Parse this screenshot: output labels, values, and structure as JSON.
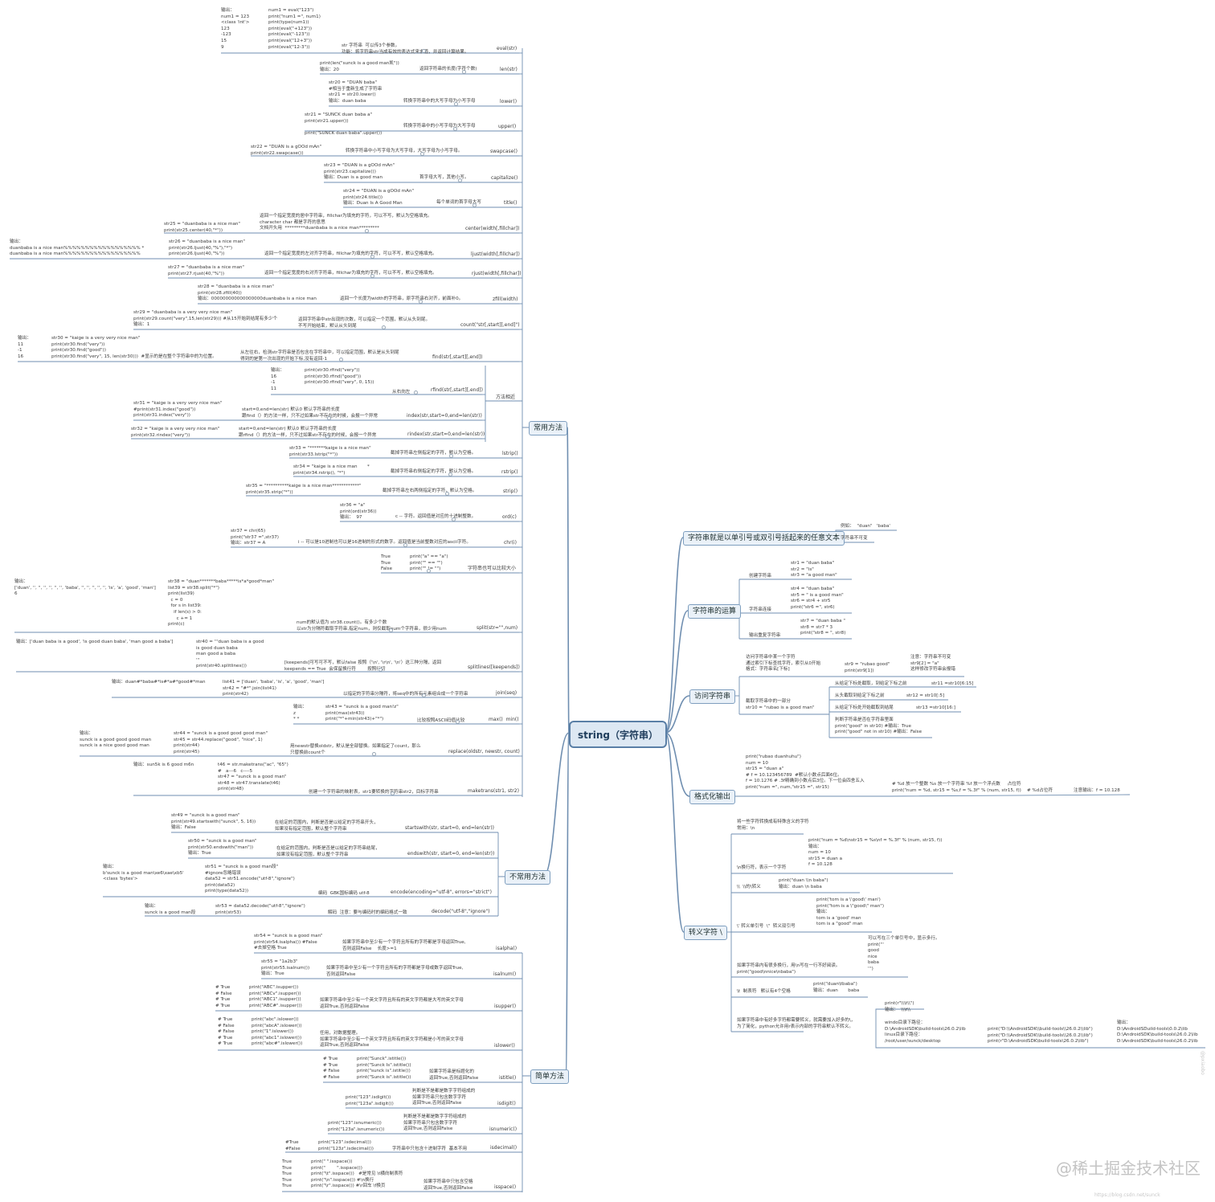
{
  "root": "string（字符串）",
  "branches": {
    "common": "常用方法",
    "definition": "字符串就是以单引号或双引号括起来的任意文本",
    "ops": "字符串的运算",
    "access": "访问字符串",
    "format": "格式化输出",
    "escape": "转义字符 \\",
    "uncommon": "不常用方法",
    "simple": "简单方法",
    "similar": "方法相近"
  },
  "common": [
    {
      "out": "输出：\nnum1 = 123\n<class 'int'>\n123\n-123\n15\n9",
      "code": "num1 = eval(\"123\")\nprint(\"num1 =\", num1)\nprint(type(num1))\nprint(eval(\"+123\"))\nprint(eval(\"-123\"))\nprint(eval(\"12+3\"))\nprint(eval(\"12-3\"))",
      "desc": "str 字符串  可以传3个参数。\n功能：将字符串str当成有效的表达式来求值，并返回计算结果。",
      "method": "eval(str)"
    },
    {
      "code": "print(len(\"sunck is a good man凯\"))\n输出：20",
      "desc": "返回字符串的长度(字符个数)",
      "method": "len(str)"
    },
    {
      "code": "str20 = \"DUAN baba\"\n#相当于重新生成了字符串\nstr21 = str20.lower()\n输出：duan baba",
      "desc": "转换字符串中的大写字母为小写字母",
      "method": "lower()"
    },
    {
      "code": "str21 = \"SUNCK duan baba a\"\nprint(str21.upper())\n\nprint(\"SUNCK duan baba\".upper())",
      "desc": "转换字符串中的小写字母为大写字母",
      "method": "upper()"
    },
    {
      "code": "str22 = \"DUAN is a gOOd mAn\"\nprint(str22.swapcase())",
      "desc": "转换字符串中小写字母为大写字母，大写字母为小写字母。",
      "method": "swapcase()"
    },
    {
      "code": "str23 = \"DUAN is a gOOd mAn\"\nprint(str23.capitalize())\n输出：Duan is a good man",
      "desc": "首字母大写，其他小写。",
      "method": "capitalize()"
    },
    {
      "code": "str24 = \"DUAN is a gOOd mAn\"\nprint(str24.title())\n输出：Duan Is A Good Man",
      "desc": "每个单词的首字母大写",
      "method": "title()"
    },
    {
      "code": "str25 = \"duanbaba is a nice man\"\nprint(str25.center(40,\"*\"))",
      "desc": "返回一个指定宽度的居中字符串，fillchar为填充的字符，可以不写，默认为空格填充。\ncharacter char 都是字符的意思\n文档开头用  *********duanbaba is a nice man*********",
      "method": "center(width[,fillchar])"
    },
    {
      "out": "输出：\nduanbaba is a nice man%%%%%%%%%%%%%%%%%% *\nduanbaba is a nice man%%%%%%%%%%%%%%%%%%",
      "code": "str26 = \"duanbaba is a nice man\"\nprint(str26.ljust(40,\"%\"),\"*\")\nprint(str26.ljust(40,\"%\"))",
      "desc": "返回一个指定宽度的左对齐字符串，fillchar为填充的字符，可以不写，默认空格填充。",
      "method": "ljust(width[,fillchar])"
    },
    {
      "code": "str27 = \"duanbaba is a nice man\"\nprint(str27.rjust(40,\"%\"))",
      "desc": "返回一个指定宽度的右对齐字符串，fillchar为填充的字符，可以不写，默认空格填充。",
      "method": "rjust(width[,fillchar])"
    },
    {
      "code": "str28 = \"duanbaba is a nice man\"\nprint(str28.zfill(40))\n输出：000000000000000000duanbaba is a nice man",
      "desc": "返回一个长度为width的字符串，原字符串右对齐，前面补0。",
      "method": "zfill(width)"
    },
    {
      "code": "str29 = \"duanbaba is a very very nice man\"\nprint(str29.count(\"very\",15,len(str29))) #从15开始到结尾有多少个\n输出：1",
      "desc": "返回字符串中str出现的次数，可以指定一个范围，默认从头到尾。\n不写开始结束，默认从头到尾",
      "method": "count(\"str[,start][,end]\")"
    },
    {
      "out": "输出：\n11\n-1\n16",
      "code": "str30 = \"kaige is a very very nice man\"\nprint(str30.find(\"very\"))\nprint(str30.find(\"good\"))\nprint(str30.find(\"very\", 15, len(str30)))  #显示的是在整个字符串中的为位置。",
      "desc": "从左往右，检测str字符串是否包含在字符串中，可以指定范围，默认是从头到尾\n得到的是第一次出现的开始下标,没有返回-1",
      "method": "find(str[,start][,end])"
    },
    {
      "out": "输出：\n16\n-1\n11",
      "code": "print(str30.rfind(\"very\"))\nprint(str30.rfind(\"good\"))\nprint(str30.rfind(\"very\", 0, 15))",
      "desc": "从右向左",
      "method": "rfind(str[,start][,end])"
    },
    {
      "code": "str31 = \"kaige is a very very nice man\"\n#print(str31.index(\"good\"))\nprint(str31.index(\"very\"))",
      "desc": "start=0,end=len(str) 默认0 默认字符串的长度\n跟find（）的方法一样，只不过如果str不存在的时候，会报一个异常",
      "method": "index(str,start=0,end=len(str))"
    },
    {
      "code": "str32 = \"kaige is a very very nice man\"\nprint(str32.rindex(\"very\"))",
      "desc": "start=0,end=len(str) 默认0 默认字符串的长度\n跟rfind（）的方法一样，只不过如果str不存在的时候，会报一个异常",
      "method": "rindex(str,start=0,end=len(str))"
    },
    {
      "code": "str33 = \"*******kaige is a nice man\"\nprint(str33.lstrip(\"*\"))",
      "desc": "截掉字符串左侧指定的字符，默认为空格。",
      "method": "lstrip()"
    },
    {
      "code": "str34 = \"kaige is a nice man       *\nprint(str34.rstrip(), \"*\")",
      "desc": "截掉字符串右侧指定的字符，默认为空格。",
      "method": "rstrip()"
    },
    {
      "code": "str35 = \"**********kaige is a nice man************\"\nprint(str35.strip(\"*\"))",
      "desc": "截掉字符串左右两侧指定的字符，默认为空格。",
      "method": "strip()"
    },
    {
      "code": "str36 = \"a\"\nprint(ord(str36))\n输出：  97",
      "desc": "c -- 字符。返回值是对应的十进制整数。",
      "method": "ord(c)"
    },
    {
      "code": "str37 = chr(65)\nprint(\"str37 =\",str37)\n输出：str37 = A",
      "desc": "i -- 可以是10进制也可以是16进制的形式的数字。返回值是当前整数对应的ascii字符。",
      "method": "chr(i)"
    },
    {
      "code": "True\nTrue\nFalse",
      "code2": "print(\"a\" == \"a\")\nprint(\"\" == \"\")\nprint(\"\" != \"\")",
      "method": "字符串也可以比较大小"
    },
    {
      "out": "输出：\n['duan', '', '', '', '', '', '', 'baba', '', '', '', '', '', 'is', 'a', 'good', 'man']\n6",
      "code": "str38 = \"duan*******baba*****is*a*good*man\"\nlist39 = str38.split(\"*\")\nprint(list39)\n  c = 0\n  for s in list39:\n    if len(s) > 0:\n      c += 1\nprint(c)",
      "desc": "num的默认值为 str38.count()。有多少个数\n以str为分隔符截取字符串,指定num，则仅截取num个字符串，很少用num",
      "method": "split(str=\"\",num)"
    },
    {
      "out": "输出：['duan baba is a good', 'is good duan baba', 'man good a baba']",
      "code": "str40 = '''duan baba is a good\nis good duan baba\nman good a baba\n'''\nprint(str40.splitlines())",
      "desc": "[keepends]可写可不写，默认false 按照（'\\n', '\\r\\n', '\\n'）这三种分隔，返回\nkeepends == True  会保留换行符        按照行切",
      "method": "splitlines([keepends])"
    },
    {
      "out": "输出：duan#*baba#*is#*a#*good#*man",
      "code": "list41 = ['duan', 'baba', 'is', 'a', 'good', 'man']\nstr42 = \"#*\".join(list41)\nprint(str42)",
      "desc": "以指定的字符串分隔符，将seq中的所有元素组合成一个字符串",
      "method": "join(seq)"
    },
    {
      "out": "输出：\nz\n* *",
      "code": "str43 = \"sunck is a good man!z\"\nprint(max(str43))\nprint(\"*\"+min(str43)+\"*\")",
      "desc": "比较按照ASCII码值比较",
      "method": "max()  min()"
    },
    {
      "out": "输出：\nsunck is a good good good man\nsunck is a nice good good man",
      "code": "str44 = \"sunck is a good good good man\"\nstr45 = str44.replace(\"good\", \"nice\", 1)\nprint(str44)\nprint(str45)",
      "desc": "用newstr替换oldstr，默认是全部替换。如果指定了count，那么\n只替换前count个",
      "method": "replace(oldstr, newstr, count)"
    },
    {
      "out": "输出：sun5k is 6 good m6n",
      "code": "t46 = str.maketrans(\"ac\", \"65\")\n#   a---6   c----5\nstr47 = \"sunck is a good man\"\nstr48 = str47.translate(t46)\nprint(str48)",
      "desc": "创建一个字符串的映射表，str1要转换的字符串str2，目标字符串",
      "method": "maketrans(str1, str2)"
    }
  ],
  "definition": {
    "example": "例如：  \"duan\"   'baba'",
    "immutable": "字符串不可变"
  },
  "ops": [
    {
      "label": "创建字符串",
      "code": "str1 = \"duan baba\"\nstr2 = \"is\"\nstr3 = \"a good man\""
    },
    {
      "label": "字符串连接",
      "code": "str4 = \"duan baba\"\nstr5 = \" is a good man\"\nstr6 = str4 + str5\nprint(\"str6 =\", str6)"
    },
    {
      "label": "输出重复字符串",
      "code": "str7 = \"duan baba \"\nstr8 = str7 * 3\nprint(\"str8 = \", str8)"
    }
  ],
  "access": {
    "one_char": "访问字符串中某一个字符\n通过索引下标查找字符，索引从0开始\n格式：字符串名[下标]",
    "one_code": "str9 = \"rubao good\"\nprint(str9[1])",
    "note": "注意：字符串不可变\nstr9[2] = \"a\"\n这样修改字符串会报错",
    "slice": "截取字符串中的一部分\nstr10 = \"rubao is a good man\"",
    "s1": "从给定下标处截取，到给定下标之前",
    "s1c": "str11 =str10[6:15]",
    "s2": "从头截取到给定下标之前",
    "s2c": "str12 = str10[:5]",
    "s3": "从给定下标处开始截取到结尾",
    "s3c": "str13 =str10[16:]",
    "s4": "判断字符串是否在字符串里面\nprint(\"good\" in str10) #输出：True\nprint(\"good\" not in str10) #输出：False"
  },
  "format": {
    "code": "print(\"rubao duanhuhu\")\nnum = 10\nstr15 = \"duan a\"\n# f = 10.123456789  #默认小数点后面6位。\nf = 10.1276 # .3f精确到小数点后3位。下一位会四舍五入\nprint(\"num =\", num,\"str15 =\", str15)",
    "desc": "# %d 放一个整数 %s 放一个字符串 %f 放一个浮点数     占位符\nprint(\"num = %d, str15 = %s,f = %.3f\" % (num, str15, f))    # %d占位符",
    "note": "注意输出：f = 10.128"
  },
  "escape": {
    "intro": "将一些字符转换成有特殊含义的字符\n常用：\\n",
    "e1": "\\n换行符，表示一个字符",
    "e1c": "print(\"num = %d\\nstr15 = %s\\nf = %.3f\" % (num, str15, f))\n输出：\nnum = 10\nstr15 = duan a\nf = 10.128",
    "e2": "\\\\  \\\\的\\转义",
    "e2c": "print(\"duan \\\\n baba\")\n输出：duan \\n baba",
    "e3": "\\' 转义单引号  \\\"  转义双引号",
    "e3c": "print('tom is a \\'good\\' man')\nprint(\"tom is a \\\"good\\\" man\")\n输出：\ntom is a 'good' man\ntom is a \"good\" man",
    "e4": "如果字符串内有很多换行，用\\n写在一行不好阅读。\nprint(\"good\\nnice\\nbaba\")",
    "e4c": "可以写在三个单引号中，显示多行。\nprint('''\ngood\nnice\nbaba\n''')",
    "e5": "\\t  制表符   默认有4个空格",
    "e5c": "print(\"duan\\tbaba\")\n输出：duan       baba",
    "e6": "如果字符串中有好多字符都需要转义，就需要加入好多的\\，\n为了简化，python允许用r表示内部的字符串默认不转义。",
    "e6c": "print(r\"\\\\\\t\\\\\")\n输出：  \\\\\\t\\\\",
    "e7": "windo目录下路径：\nD:\\AndroidSDK\\build-tools\\26.0.2\\lib\nlinux目录下路径：\n/root/user/sunck/desktop",
    "e7c": "print(\"D:\\\\AndroidSDK\\\\build-tools\\\\26.0.2\\\\lib\")\nprint(\"D:\\\\AndroidSDK\\\\build-tools\\\\26.0.2\\\\lib\")\nprint(r\"D:\\AndroidSDK\\build-tools\\26.0.2\\lib\")",
    "e7o": "输出：\nD:\\AndroidSDuild-tools\\0.0.2\\lib\nD:\\AndroidSDK\\build-tools\\26.0.2\\lib\nD:\\AndroidSDK\\build-tools\\26.0.2\\lib"
  },
  "uncommon": [
    {
      "code": "str49 = \"sunck is a good man\"\nprint(str49.startswith(\"sunck\", 5, 16))\n输出：False",
      "desc": "在给定的范围内，判断是否是以给定的字符串开头，\n如果没有指定范围，默认整个字符串",
      "method": "startswith(str, start=0, end=len(str))"
    },
    {
      "code": "str50 = \"sunck is a good man\"\nprint(str50.endswith(\"man\"))\n输出：True",
      "desc": "在给定的范围内，判断是否是以给定的字符串结尾，\n如果没有指定范围，默认整个字符串",
      "method": "endswith(str, start=0, end=len(str))"
    },
    {
      "out": "输出：\nb'sunck is a good man\\xe6\\xae\\xb5'\n<class 'bytes'>",
      "code": "str51 = \"sunck is a good man段\"\n#ignore忽略错误\ndata52 = str51.encode(\"utf-8\",\"ignore\")\nprint(data52)\nprint(type(data52))",
      "desc": "编码  GBK国标编码 utf-8",
      "method": "encode(encoding=\"utf-8\", errors=\"strict\")"
    },
    {
      "out": "输出：\nsunck is a good man段",
      "code": "str53 = data52.decode(\"utf-8\",\"ignore\")\nprint(str53)",
      "desc": "解码  注意：要与编码时的编码格式一致",
      "method": "decode(\"utf-8\",\"ignore\")"
    }
  ],
  "simple": [
    {
      "code": "str54 = \"sunck is a good man\"\nprint(str54.isalpha()) #False\n#去掉空格 True",
      "desc": "如果字符串中至少有一个字符且所有的字符都是字母返回True,\n否则返回False    长度>=1",
      "method": "isalpha()"
    },
    {
      "code": "str55 = \"1a2b3\"\nprint(str55.isalnum())\n输出：True",
      "desc": "如果字符串中至少有一个字符且所有的字符都是字母或数字返回True,\n否则返回False",
      "method": "isalnum()"
    },
    {
      "out": "# True\n# False\n# True\n# True",
      "code": "print(\"ABC\".isupper())\nprint(\"ABCv\".isupper())\nprint(\"ABC1\".isupper())\nprint(\"ABC#\".isupper())",
      "desc": "如果字符串中至少有一个英文字符且所有的英文字符都是大写的英文字母\n返回True,否则返回False",
      "method": "isupper()"
    },
    {
      "out": "# True\n# False\n# False\n# True\n# True",
      "code": "print(\"abc\".islower())\nprint(\"abcA\".islower())\nprint(\"1\".islower())\nprint(\"abc1\".islower())\nprint(\"abc#\".islower())",
      "desc": "任用，对数据整理。\n如果字符串中至少有一个英文字符且所有的英文字符都是小写的英文字母\n返回True,否则返回False",
      "method": "islower()"
    },
    {
      "out": "# True\n# True\n# False\n# False",
      "code": "print(\"Sunck\".istitle())\nprint(\"Sunck Is\".istitle())\nprint(\"sunck is\".istitle())\nprint(\"Sunck is\".istitle())",
      "desc": "如果字符串是标题化的\n返回True,否则返回False",
      "method": "istitle()"
    },
    {
      "code": "print(\"123\".isdigit())\nprint(\"123a\".isdigit())",
      "desc": "判断是不是都是数字字符组成的\n如果字符串只包含数字字符\n返回True,否则返回False",
      "method": "isdigit()"
    },
    {
      "code": "print(\"123\".isnumeric())\nprint(\"123a\".isnumeric())",
      "desc": "判断是不是都是数字字符组成的\n如果字符串只包含数字字符\n返回True,否则返回False",
      "method": "isnumeric()"
    },
    {
      "out": "#True\n#False",
      "code": "print(\"123\".isdecimal())\nprint(\"123z\".isdecimal())",
      "desc": "字符串中只包含十进制字符  基本不用",
      "method": "isdecimal()"
    },
    {
      "out": "True\nTrue\nTrue\nTrue\nTrue",
      "code": "print(\" \".isspace())\nprint(\"        \".isspace())\nprint(\"\\t\".isspace())   #是常见 \\t横向制表符\nprint(\"\\n\".isspace()) #\\n换行\nprint(\"\\r\".isspace()) #\\r回车 \\f换页",
      "desc": "如果字符串中只包含空格\n返回True,否则返回False",
      "method": "isspace()"
    }
  ],
  "watermark": "@稀土掘金技术社区",
  "watermark_url": "https://blog.csdn.net/sunck",
  "watermark_side": "@pxiaobo"
}
